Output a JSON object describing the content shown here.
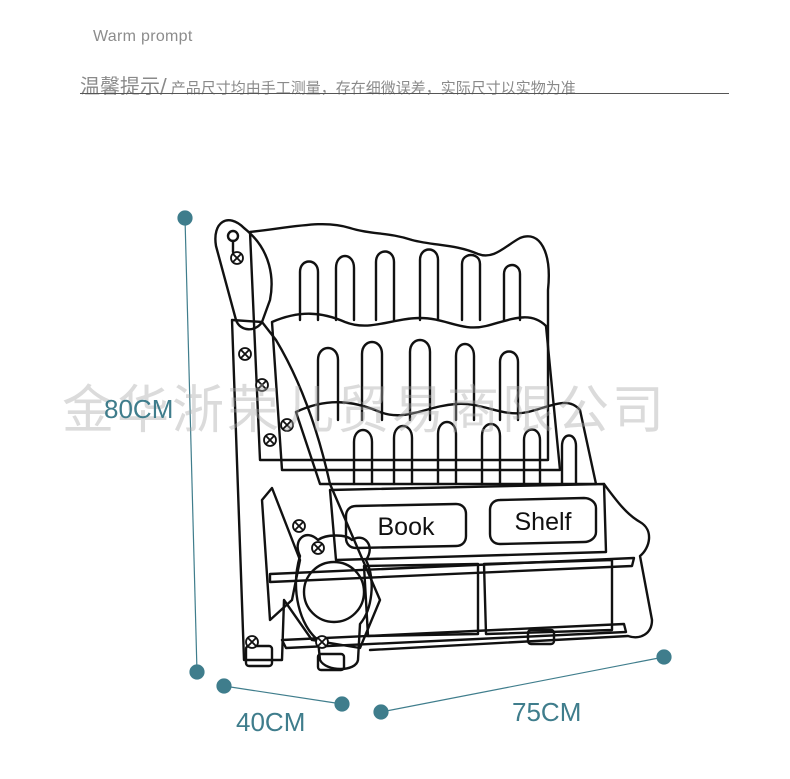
{
  "header": {
    "eyebrow": "Warm prompt",
    "prompt_label": "温馨提示/",
    "prompt_text": "产品尺寸均由手工测量，存在细微误差，实际尺寸以实物为准"
  },
  "watermark": "金华浙荣儿贸易商限公司",
  "product": {
    "labels": [
      "Book",
      "Shelf"
    ]
  },
  "dimensions": {
    "height": "80CM",
    "depth": "40CM",
    "width": "75CM"
  },
  "colors": {
    "dimension": "#3f7d8c",
    "line_art": "#111111"
  }
}
